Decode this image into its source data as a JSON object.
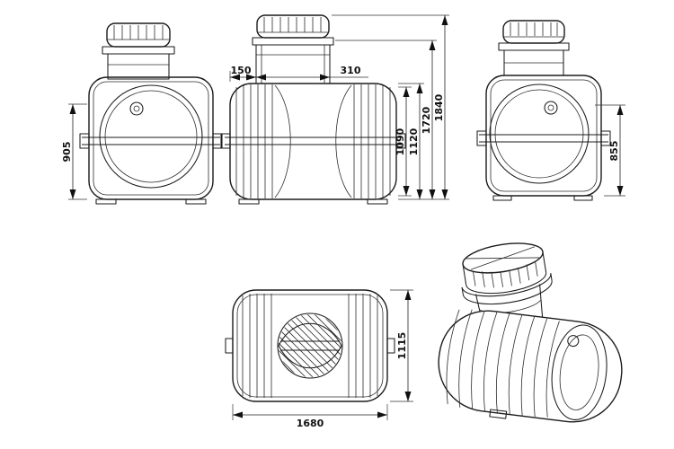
{
  "drawing_type": "underground-tank-technical-drawing",
  "dimensions": {
    "end_view_left_height": "905",
    "neck_offset": "150",
    "neck_diameter": "310",
    "inner_body_height": "1090",
    "body_height": "1120",
    "height_to_lid_base": "1720",
    "total_height": "1840",
    "end_view_right_height": "855",
    "tank_width": "1115",
    "tank_length": "1680"
  }
}
